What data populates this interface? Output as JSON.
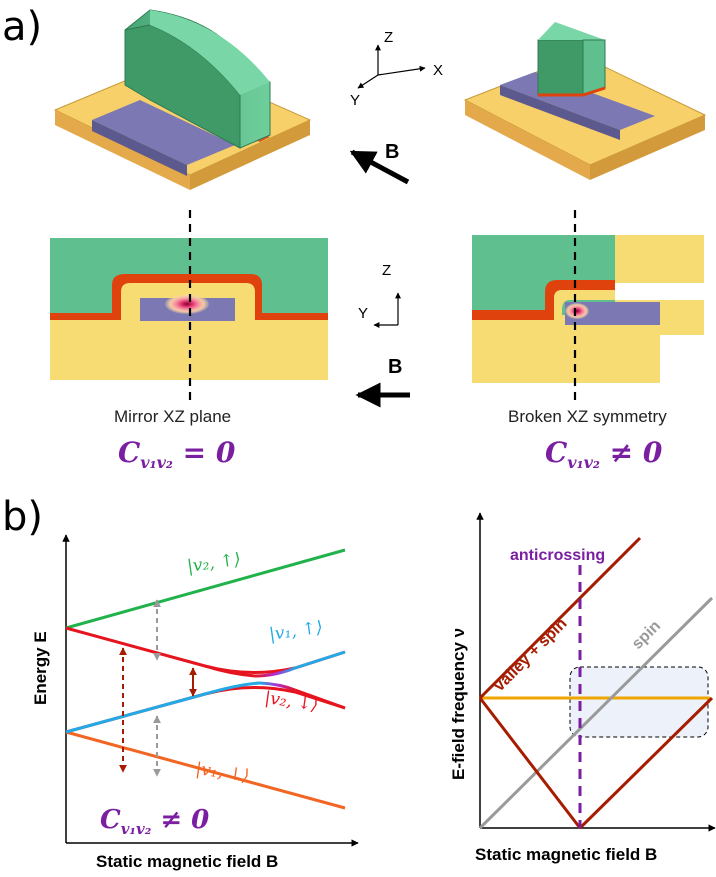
{
  "panel_a": {
    "label": "a)",
    "axes_3d": {
      "z": "Z",
      "x": "X",
      "y": "Y"
    },
    "axes_2d": {
      "z": "Z",
      "y": "Y"
    },
    "field_top": "B",
    "field_bottom": "B",
    "caption_left": "Mirror XZ plane",
    "caption_right": "Broken XZ symmetry",
    "coupling_left": "C",
    "coupling_left_sub": "v₁v₂",
    "coupling_left_rel": " = 0",
    "coupling_right": "C",
    "coupling_right_sub": "v₁v₂",
    "coupling_right_rel": " ≠ 0"
  },
  "panel_b": {
    "label": "b)",
    "left": {
      "ylabel": "Energy E",
      "xlabel": "Static magnetic field B",
      "states": {
        "v2_up": "|v₂, ↑⟩",
        "v1_up": "|v₁, ↑⟩",
        "v2_down": "|v₂, ↓⟩",
        "v1_down": "|v₁, ↓⟩"
      },
      "coupling": "C",
      "coupling_sub": "v₁v₂",
      "coupling_rel": " ≠ 0"
    },
    "right": {
      "ylabel": "E-field frequency ν",
      "xlabel": "Static magnetic field B",
      "anticrossing": "anticrossing",
      "valley_spin": "valley + spin",
      "spin": "spin"
    }
  },
  "colors": {
    "oxide": "#5fbf8e",
    "gate": "#e0420e",
    "substrate": "#f7dc74",
    "channel": "#7c78b4",
    "green_level": "#22b24c",
    "blue_level": "#22a9e6",
    "red_level": "#e5141e",
    "orange_level": "#f26522",
    "purple": "#7a1fa2",
    "dark_red": "#a61c00",
    "gold": "#f0a500",
    "grey": "#9a9a9a"
  },
  "chart_data": [
    {
      "type": "line",
      "xlabel": "Static magnetic field B",
      "ylabel": "Energy E",
      "series": [
        {
          "name": "|v₂, ↑⟩"
        },
        {
          "name": "|v₁, ↑⟩"
        },
        {
          "name": "|v₂, ↓⟩"
        },
        {
          "name": "|v₁, ↓⟩"
        }
      ]
    },
    {
      "type": "line",
      "xlabel": "Static magnetic field B",
      "ylabel": "E-field frequency ν",
      "series": [
        {
          "name": "valley + spin"
        },
        {
          "name": "spin"
        }
      ],
      "annotations": [
        "anticrossing"
      ]
    }
  ]
}
